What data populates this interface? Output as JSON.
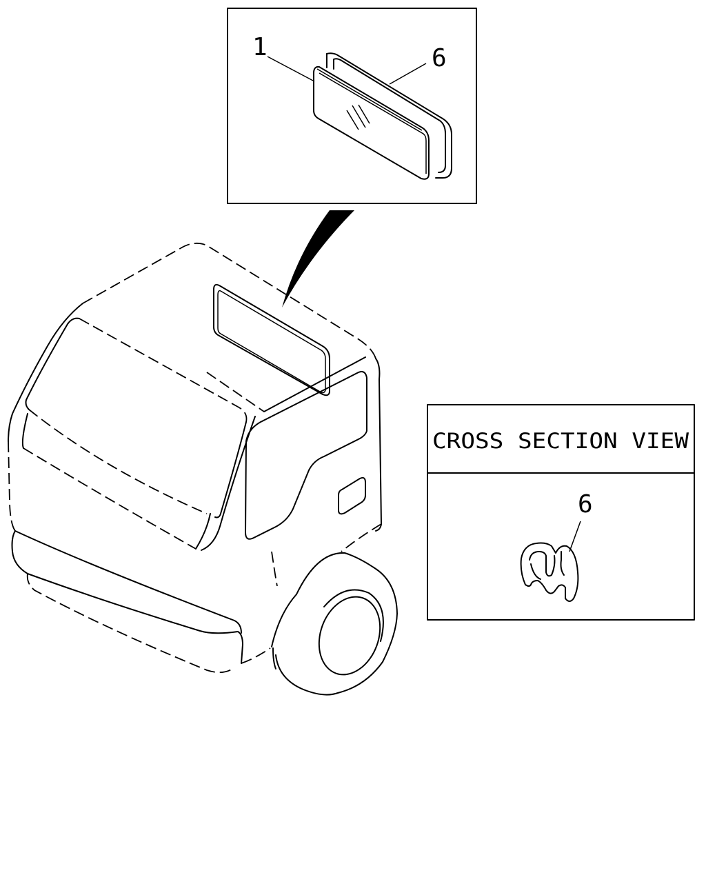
{
  "detail_view": {
    "callouts": [
      {
        "id": "glass",
        "label": "1"
      },
      {
        "id": "weatherstrip",
        "label": "6"
      }
    ]
  },
  "cross_section": {
    "title": "CROSS SECTION VIEW",
    "callout": "6"
  },
  "colors": {
    "line": "#000000",
    "background": "#ffffff"
  }
}
